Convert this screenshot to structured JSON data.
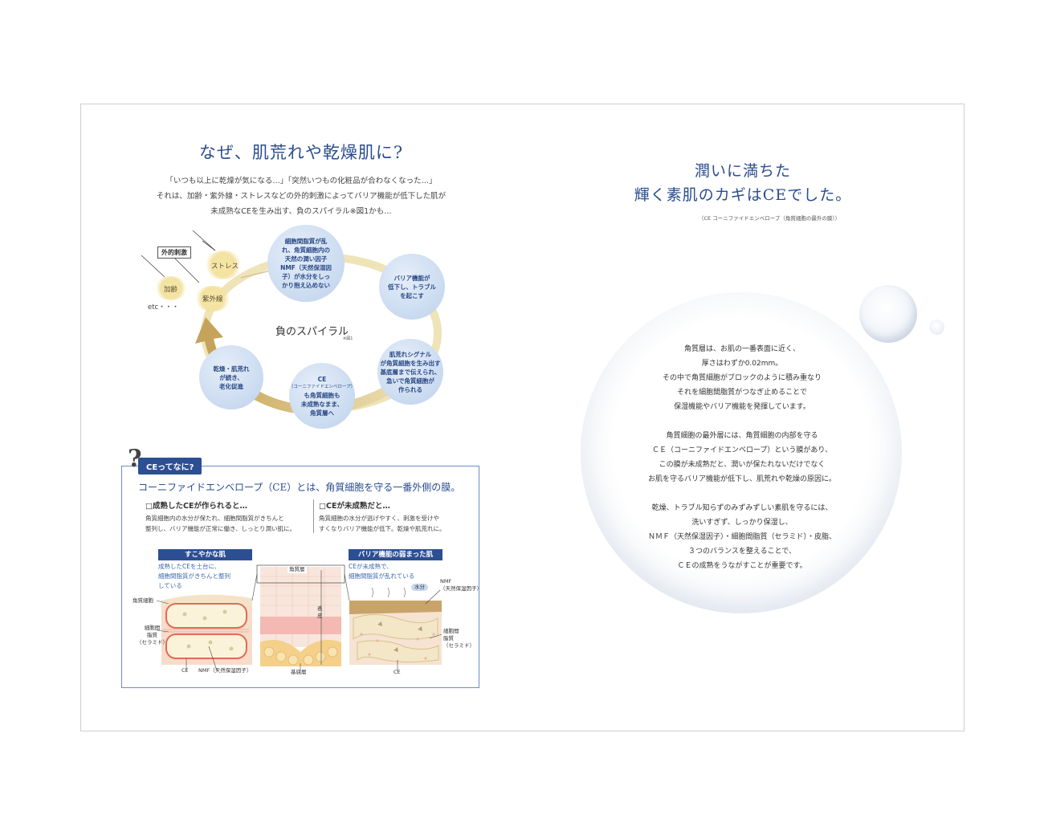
{
  "left": {
    "title": "なぜ、肌荒れや乾燥肌に?",
    "intro": [
      "「いつも以上に乾燥が気になる…」「突然いつもの化粧品が合わなくなった…」",
      "それは、加齢・紫外線・ストレスなどの外的刺激によってバリア機能が低下した肌が",
      "未成熟なCEを生み出す、負のスパイラル※図1かも…"
    ],
    "external": {
      "label": "外的刺激",
      "stress": "ストレス",
      "aging": "加齢",
      "uv": "紫外線",
      "etc": "etc・・・"
    },
    "spiral": {
      "label": "負のスパイラル",
      "note": "※図1",
      "bubble1": [
        "細胞間脂質が乱",
        "れ、角質細胞内の",
        "天然の潤い因子",
        "NMF（天然保湿因",
        "子）が水分をしっ",
        "かり抱え込めない"
      ],
      "bubble2": [
        "バリア機能が",
        "低下し、トラブル",
        "を起こす"
      ],
      "bubble3": [
        "肌荒れシグナル",
        "が角質細胞を生み出す",
        "基底層まで伝えられ、",
        "急いで角質細胞が",
        "作られる"
      ],
      "bubble4_title": "CE",
      "bubble4_small": "（コーニファイドエンベロープ）",
      "bubble4": [
        "も角質細胞も",
        "未成熟なまま、",
        "角質層へ"
      ],
      "bubble5": [
        "乾燥・肌荒れ",
        "が続き、",
        "老化促進"
      ]
    },
    "ce": {
      "qmark": "?",
      "tab": "CEってなに?",
      "heading": "コーニファイドエンベロープ（CE）とは、角質細胞を守る一番外側の膜。",
      "col1_head": "□成熟したCEが作られると…",
      "col1_text": [
        "角質細胞内の水分が保たれ、細胞間脂質がきちんと",
        "整列し、バリア機能が正常に働き、しっとり潤い肌に。"
      ],
      "col2_head": "□CEが未成熟だと…",
      "col2_text": [
        "角質細胞の水分が逃げやすく、刺激を受けや",
        "すくなりバリア機能が低下。乾燥や肌荒れに。"
      ],
      "healthy_tag": "すこやかな肌",
      "healthy_note": [
        "成熟したCEを土台に、",
        "細胞間脂質がきちんと整列",
        "している"
      ],
      "weak_tag": "バリア機能の弱まった肌",
      "weak_note": [
        "CEが未成熟で、",
        "細胞間脂質が乱れている"
      ],
      "labels": {
        "kakushitsu_saibou": "角質細胞",
        "saibou_kan": [
          "細胞間",
          "脂質",
          "（セラミド）"
        ],
        "ce1": "CE",
        "nmf1": "NMF（天然保湿因子）",
        "kakushitsu_sou": "角質層",
        "hyouhi": [
          "表",
          "皮"
        ],
        "kitei": "基底層",
        "water": "水分",
        "nmf2": [
          "NMF",
          "（天然保湿因子）"
        ],
        "saibou_kan2": [
          "細胞間",
          "脂質",
          "（セラミド）"
        ],
        "ce2": "CE"
      }
    }
  },
  "right": {
    "title_line1": "潤いに満ちた",
    "title_line2": "輝く素肌のカギはCEでした。",
    "note": "（CE コーニファイドエンベロープ（角質細胞の最外の膜））",
    "para1": [
      "角質層は、お肌の一番表面に近く、",
      "厚さはわずか0.02mm。",
      "その中で角質細胞がブロックのように積み重なり",
      "それを細胞間脂質がつなぎ止めることで",
      "保湿機能やバリア機能を発揮しています。"
    ],
    "para2": [
      "角質細胞の最外層には、角質細胞の内部を守る",
      "ＣＥ（コーニファイドエンベロープ）という膜があり、",
      "この膜が未成熟だと、潤いが保たれないだけでなく",
      "お肌を守るバリア機能が低下し、肌荒れや乾燥の原因に。"
    ],
    "para3": [
      "乾燥、トラブル知らずのみずみずしい素肌を守るには、",
      "洗いすぎず、しっかり保湿し、",
      "ＮＭＦ（天然保湿因子）・細胞間脂質（セラミド）・皮脂、",
      "３つのバランスを整えることで、",
      "ＣＥの成熟をうながすことが重要です。"
    ]
  }
}
